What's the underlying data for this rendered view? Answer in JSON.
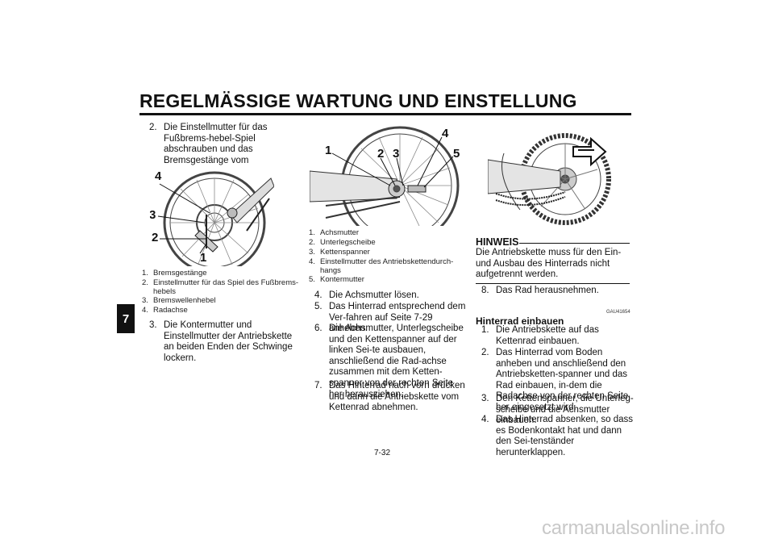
{
  "header": {
    "title": "REGELMÄSSIGE WARTUNG UND EINSTELLUNG",
    "chapter_tab": "7"
  },
  "col1": {
    "step2": {
      "num": "2.",
      "text": "Die Einstellmutter für das Fußbrems-hebel-Spiel abschrauben und das Bremsgestänge vom Bremswellenhe-bel lösen."
    },
    "figure_callouts": [
      "1",
      "2",
      "3",
      "4"
    ],
    "captions": [
      {
        "num": "1.",
        "text": "Bremsgestänge"
      },
      {
        "num": "2.",
        "text": "Einstellmutter für das Spiel des Fußbrems-hebels"
      },
      {
        "num": "3.",
        "text": "Bremswellenhebel"
      },
      {
        "num": "4.",
        "text": "Radachse"
      }
    ],
    "step3": {
      "num": "3.",
      "text": "Die Kontermutter und Einstellmutter der Antriebskette an beiden Enden der Schwinge lockern."
    }
  },
  "col2": {
    "figure_callouts": [
      "1",
      "2",
      "3",
      "4",
      "5"
    ],
    "captions": [
      {
        "num": "1.",
        "text": "Achsmutter"
      },
      {
        "num": "2.",
        "text": "Unterlegscheibe"
      },
      {
        "num": "3.",
        "text": "Kettenspanner"
      },
      {
        "num": "4.",
        "text": "Einstellmutter des Antriebskettendurch-hangs"
      },
      {
        "num": "5.",
        "text": "Kontermutter"
      }
    ],
    "steps": [
      {
        "num": "4.",
        "text": "Die Achsmutter lösen."
      },
      {
        "num": "5.",
        "text": "Das Hinterrad entsprechend dem Ver-fahren auf Seite 7-29 anheben."
      },
      {
        "num": "6.",
        "text": "Die Achsmutter, Unterlegscheibe und den Kettenspanner auf der linken Sei-te ausbauen, anschließend die Rad-achse zusammen mit dem Ketten-spanner von der rechten Seite her herausziehen."
      },
      {
        "num": "7.",
        "text": "Das Hinterrad nach vorn drücken und dann die Antriebskette vom Kettenrad abnehmen."
      }
    ]
  },
  "col3": {
    "hinweis": {
      "label": "HINWEIS",
      "text": "Die Antriebskette muss für den Ein- und Ausbau des Hinterrads nicht aufgetrennt werden."
    },
    "step8": {
      "num": "8.",
      "text": "Das Rad herausnehmen."
    },
    "code": "GAU41654",
    "subhead": "Hinterrad einbauen",
    "steps": [
      {
        "num": "1.",
        "text": "Die Antriebskette auf das Kettenrad einbauen."
      },
      {
        "num": "2.",
        "text": "Das Hinterrad vom Boden anheben und anschließend den Antriebsketten-spanner und das Rad einbauen, in-dem die Radachse von der rechten Seite her eingesetzt wird."
      },
      {
        "num": "3.",
        "text": "Den Kettenspanner, die Unterleg-scheibe und die Achsmutter einbauen."
      },
      {
        "num": "4.",
        "text": "Das Hinterrad absenken, so dass es Bodenkontakt hat und dann den Sei-tenständer herunterklappen."
      }
    ]
  },
  "footer": {
    "page_number": "7-32",
    "watermark": "carmanualsonline.info"
  }
}
